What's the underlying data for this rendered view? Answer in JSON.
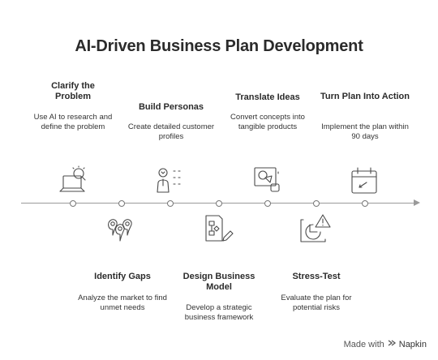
{
  "title": "AI-Driven Business Plan Development",
  "steps": [
    {
      "title": "Clarify the Problem",
      "description": "Use AI to research and define the problem",
      "icon": "magnifier-laptop-icon"
    },
    {
      "title": "Identify Gaps",
      "description": "Analyze the market to find unmet needs",
      "icon": "location-pins-icon"
    },
    {
      "title": "Build Personas",
      "description": "Create detailed customer profiles",
      "icon": "persona-chart-icon"
    },
    {
      "title": "Design Business Model",
      "description": "Develop a strategic business framework",
      "icon": "flowchart-pencil-icon"
    },
    {
      "title": "Translate Ideas",
      "description": "Convert concepts into tangible products",
      "icon": "shapes-product-icon"
    },
    {
      "title": "Stress-Test",
      "description": "Evaluate the plan for potential risks",
      "icon": "warning-chart-icon"
    },
    {
      "title": "Turn Plan Into Action",
      "description": "Implement the plan within 90 days",
      "icon": "calendar-icon"
    }
  ],
  "footer": {
    "prefix": "Made with",
    "brand": "Napkin"
  }
}
